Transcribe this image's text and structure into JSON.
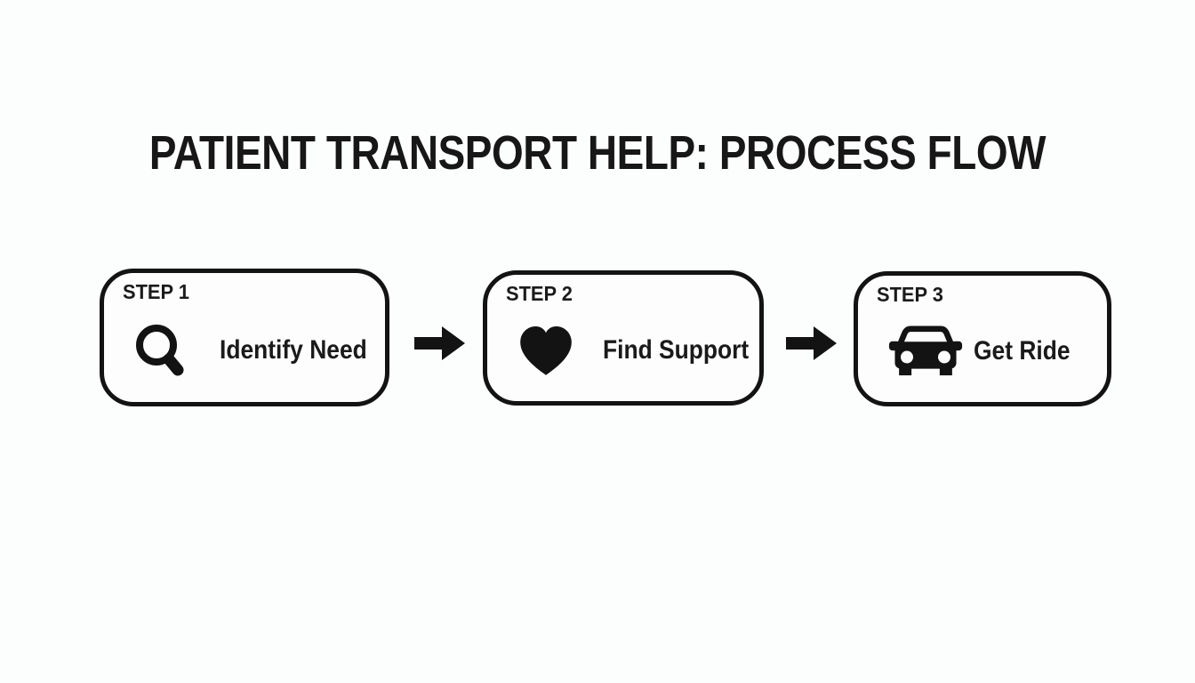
{
  "page": {
    "background_color": "#fcfdfd",
    "ink_color": "#151515"
  },
  "title": "PATIENT TRANSPORT HELP: PROCESS FLOW",
  "flow": {
    "connector": "solid-right-arrow",
    "steps": [
      {
        "step_label": "STEP 1",
        "icon": "magnifier-icon",
        "label": "Identify Need"
      },
      {
        "step_label": "STEP 2",
        "icon": "heart-icon",
        "label": "Find Support"
      },
      {
        "step_label": "STEP 3",
        "icon": "car-icon",
        "label": "Get Ride"
      }
    ]
  }
}
